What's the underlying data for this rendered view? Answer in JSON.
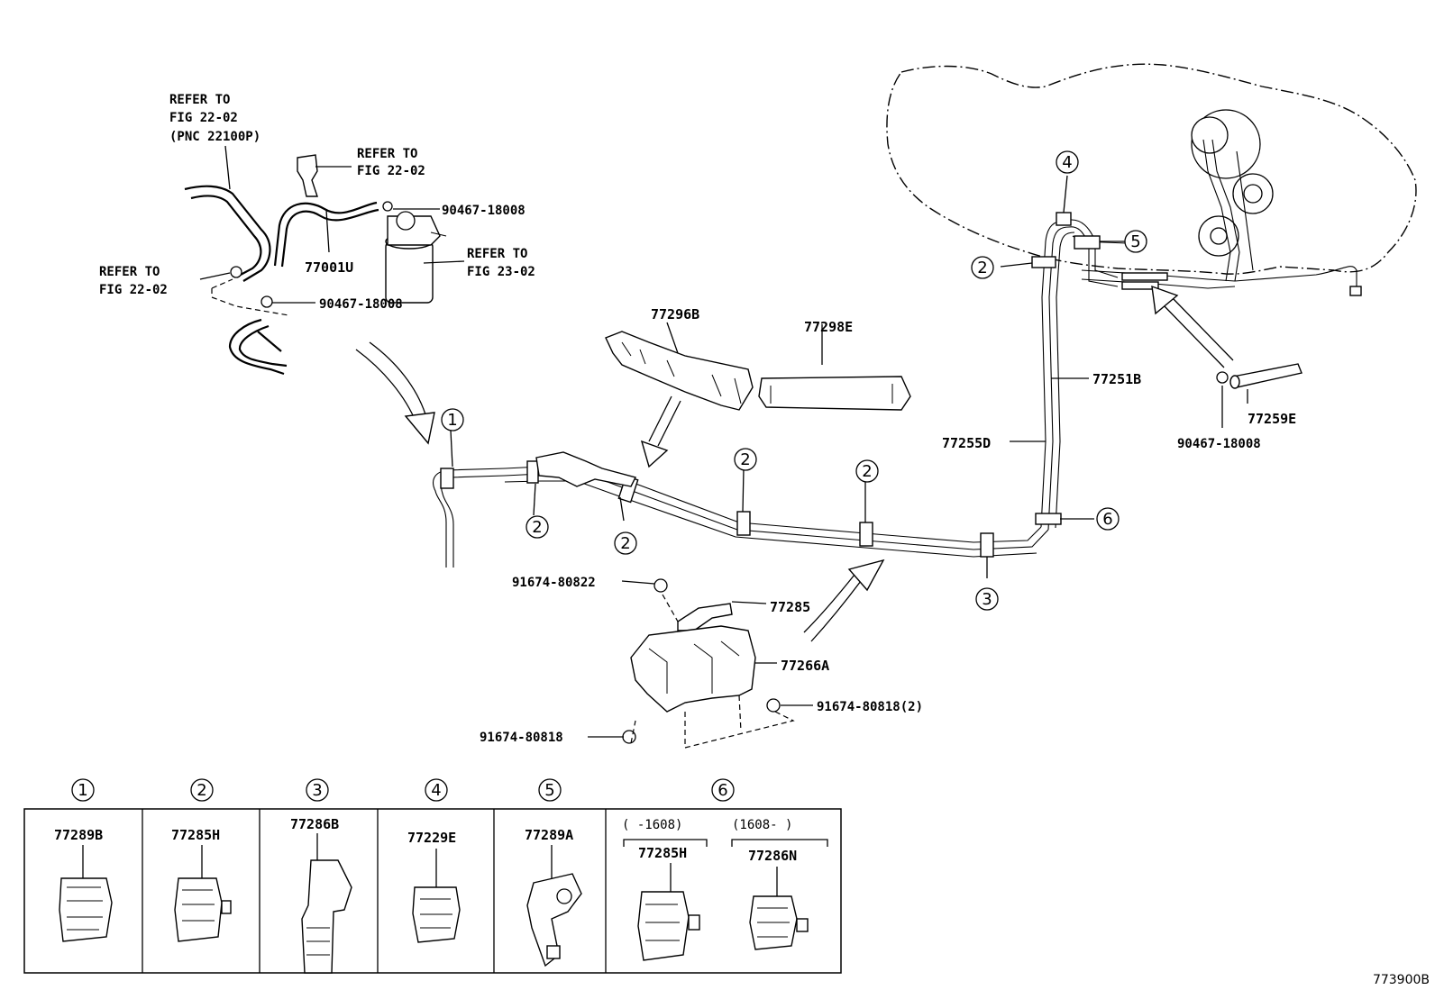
{
  "figure_id": "773900B",
  "callouts": {
    "c1": "1",
    "c2": "2",
    "c3": "3",
    "c4": "4",
    "c5": "5",
    "c6": "6"
  },
  "labels": {
    "refer_22_02_pnc_l1": "REFER TO",
    "refer_22_02_pnc_l2": "FIG 22-02",
    "refer_22_02_pnc_l3": "(PNC 22100P)",
    "refer_22_02_b_l1": "REFER TO",
    "refer_22_02_b_l2": "FIG 22-02",
    "refer_22_02_c_l1": "REFER TO",
    "refer_22_02_c_l2": "FIG 22-02",
    "refer_23_02_l1": "REFER TO",
    "refer_23_02_l2": "FIG 23-02",
    "p_90467_a": "90467-18008",
    "p_90467_b": "90467-18008",
    "p_90467_c": "90467-18008",
    "p_77001U": "77001U",
    "p_77296B": "77296B",
    "p_77298E": "77298E",
    "p_77251B": "77251B",
    "p_77255D": "77255D",
    "p_77259E": "77259E",
    "p_91674_80822": "91674-80822",
    "p_77285": "77285",
    "p_77266A": "77266A",
    "p_91674_80818_2": "91674-80818(2)",
    "p_91674_80818": "91674-80818"
  },
  "legend": {
    "cells": [
      {
        "num": "1",
        "part": "77289B"
      },
      {
        "num": "2",
        "part": "77285H"
      },
      {
        "num": "3",
        "part": "77286B"
      },
      {
        "num": "4",
        "part": "77229E"
      },
      {
        "num": "5",
        "part": "77289A"
      },
      {
        "num": "6",
        "part_a": "77285H",
        "part_b": "77286N",
        "range_a": "(     -1608)",
        "range_b": "(1608-      )"
      }
    ]
  }
}
